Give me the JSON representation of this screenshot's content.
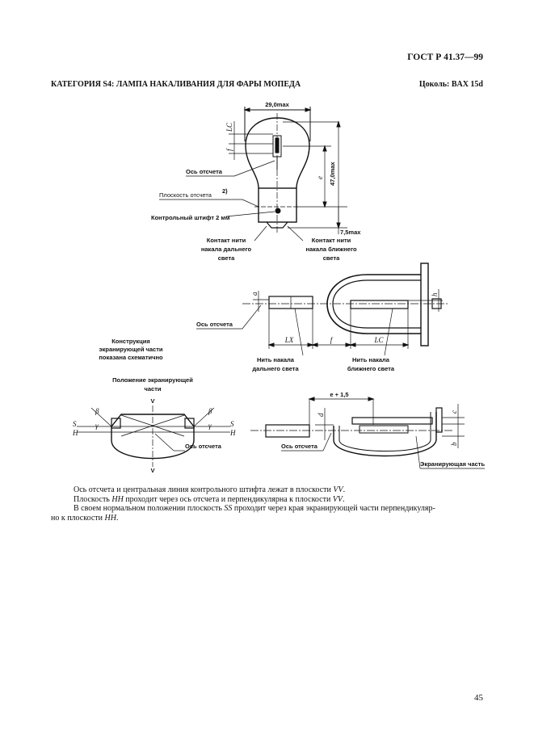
{
  "header": {
    "standard": "ГОСТ Р 41.37—99",
    "category": "КАТЕГОРИЯ S4: ЛАМПА НАКАЛИВАНИЯ ДЛЯ ФАРЫ МОПЕДА",
    "cap": "Цоколь: BAX 15d"
  },
  "fig1": {
    "dim_width": "29,0max",
    "dim_height": "47,0max",
    "dim_base": "7,5max",
    "dim_lc": "LC",
    "dim_f": "f",
    "dim_e": "e",
    "axis_label": "Ось отсчета",
    "plane_label": "Плоскость отсчета",
    "plane_note": "2)",
    "pin_label": "Контрольный штифт 2 мм",
    "contact_high_1": "Контакт нити",
    "contact_high_2": "накала дальнего",
    "contact_high_3": "света",
    "contact_low_1": "Контакт нити",
    "contact_low_2": "накала ближнего",
    "contact_low_3": "света"
  },
  "fig2": {
    "schematic_1": "Конструкция",
    "schematic_2": "экранирующей части",
    "schematic_3": "показана схематично",
    "axis_label": "Ось отсчета",
    "dim_lx": "LX",
    "dim_f": "f",
    "dim_lc": "LC",
    "dim_a": "a",
    "dim_h": "h",
    "high_1": "Нить накала",
    "high_2": "дальнего света",
    "low_1": "Нить накала",
    "low_2": "ближнего света"
  },
  "fig3": {
    "title_1": "Положение экранирующей",
    "title_2": "части",
    "v_top": "V",
    "v_bottom": "V",
    "s": "S",
    "h": "H",
    "beta": "β",
    "gamma": "γ",
    "axis_label": "Ось отсчета"
  },
  "fig4": {
    "dim_e": "e + 1,5",
    "dim_d": "d",
    "dim_c": "c",
    "dim_b": "b",
    "axis_label": "Ось отсчета",
    "shield_label": "Экранирующая часть"
  },
  "notes": [
    {
      "pre": "Ось отсчета и центральная линия контрольного штифта лежат в плоскости ",
      "em": "VV",
      "post": "."
    },
    {
      "pre": "Плоскость ",
      "em": "HH",
      "mid": " проходит через ось отсчета и перпендикулярна к плоскости ",
      "em2": "VV",
      "post": "."
    },
    {
      "pre": "В своем нормальном положении плоскость ",
      "em": "SS",
      "mid": " проходит через края экранирующей части перпендикуляр-",
      "line2": "но к плоскости ",
      "em2": "HH",
      "post": "."
    }
  ],
  "page_number": "45"
}
